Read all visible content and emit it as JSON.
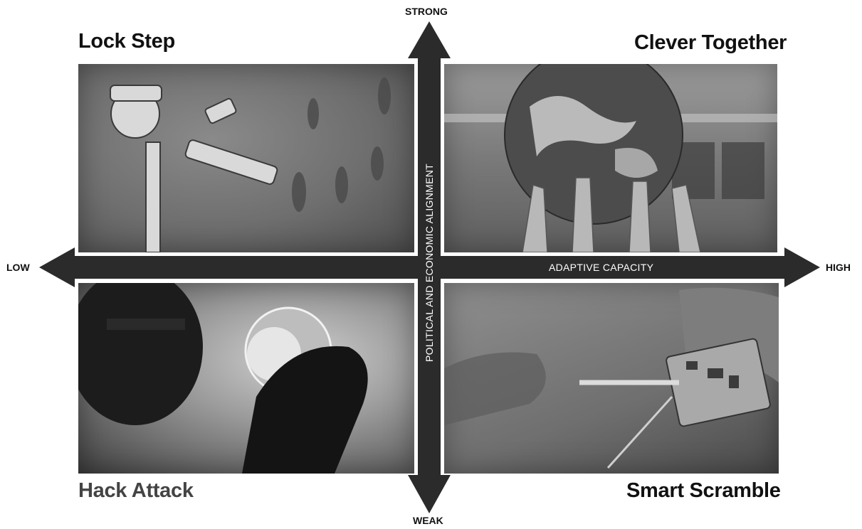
{
  "quadrants": {
    "top_left": {
      "title": "Lock Step",
      "image": "surveillance-cameras-crowd"
    },
    "top_right": {
      "title": "Clever Together",
      "image": "hands-holding-globe"
    },
    "bottom_left": {
      "title": "Hack Attack",
      "image": "masked-person-with-glove"
    },
    "bottom_right": {
      "title": "Smart Scramble",
      "image": "hands-repairing-circuit-board"
    }
  },
  "axes": {
    "vertical": {
      "top": "STRONG",
      "bottom": "WEAK",
      "label": "POLITICAL AND ECONOMIC ALIGNMENT"
    },
    "horizontal": {
      "left": "LOW",
      "right": "HIGH",
      "label": "ADAPTIVE CAPACITY"
    }
  },
  "colors": {
    "arrow": "#2b2b2b",
    "photo_border": "#ffffff",
    "text": "#111111"
  }
}
